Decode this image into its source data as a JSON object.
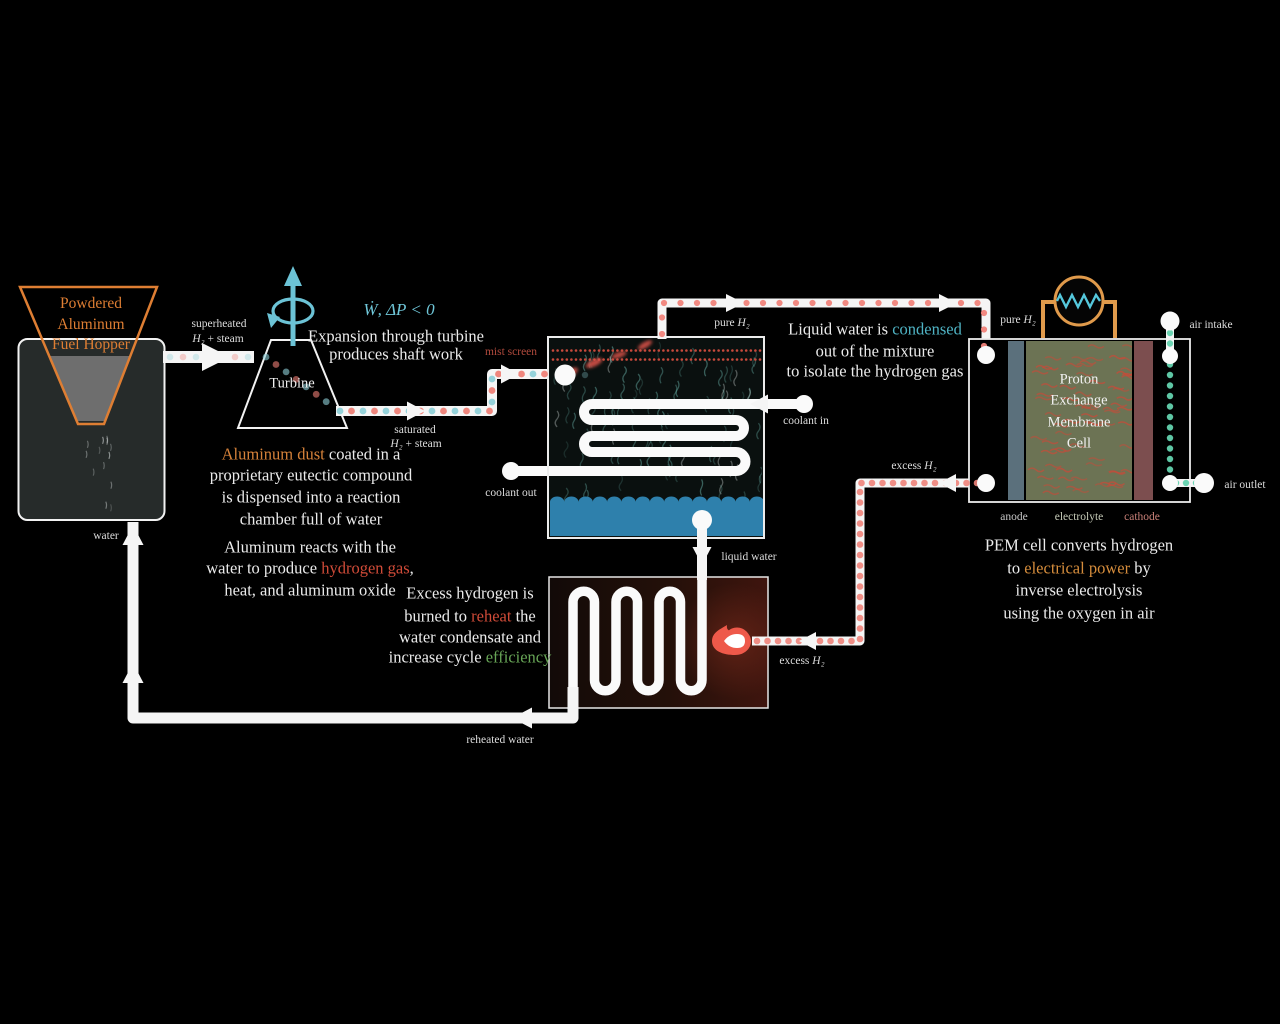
{
  "palette": {
    "background": "#000000",
    "hopper_orange": "#de7e33",
    "steam_cyan": "#8fd0d8",
    "steam_red": "#ee7f76",
    "hydrogen_red": "#f0837a",
    "air_teal": "#63d2ae",
    "water_blue": "#2e80ac",
    "flame_red": "#ee594a",
    "load_orange": "#e09a4b",
    "resistor_cyan": "#55c8dc",
    "mist_red": "#c84a3c",
    "cyan_text": "#6fc6d8",
    "teal_text": "#4fb3c4",
    "accent_orange": "#d6823a",
    "accent_red": "#d14b38",
    "accent_green": "#67a556"
  },
  "hopper": {
    "lines": [
      "Powdered",
      "Aluminum",
      "Fuel Hopper"
    ]
  },
  "labels": {
    "water": "water",
    "superheated": "superheated",
    "superheated_formula": [
      {
        "t": "H₂",
        "i": true
      },
      {
        "t": " + steam"
      }
    ],
    "turbine": "Turbine",
    "shaft_eq": "Ẇ, ΔP < 0",
    "saturated": "saturated",
    "saturated_formula": [
      {
        "t": "H₂",
        "i": true
      },
      {
        "t": " + steam"
      }
    ],
    "mist_screen": "mist screen",
    "pure_h2": [
      {
        "t": "pure "
      },
      {
        "t": "H₂",
        "i": true
      }
    ],
    "coolant_in": "coolant in",
    "coolant_out": "coolant out",
    "liquid_water": "liquid water",
    "excess_h2": [
      {
        "t": "excess "
      },
      {
        "t": "H₂",
        "i": true
      }
    ],
    "reheated_water": "reheated water",
    "air_intake": "air intake",
    "air_outlet": "air outlet",
    "anode": "anode",
    "electrolyte": "electrolyte",
    "cathode": "cathode"
  },
  "pem_cell_lines": [
    "Proton",
    "Exchange",
    "Membrane",
    "Cell"
  ],
  "paragraphs": {
    "expansion": [
      [
        {
          "t": "Expansion through turbine"
        }
      ],
      [
        {
          "t": "produces shaft work"
        }
      ]
    ],
    "condense": [
      [
        {
          "t": "Liquid water is "
        },
        {
          "t": "condensed",
          "c": "#4fb3c4"
        }
      ],
      [
        {
          "t": "out of the mixture"
        }
      ],
      [
        {
          "t": "to isolate the hydrogen gas"
        }
      ]
    ],
    "aluminum": [
      [
        {
          "t": "Aluminum dust",
          "c": "#d6823a"
        },
        {
          "t": " coated in a"
        }
      ],
      [
        {
          "t": "proprietary eutectic compound"
        }
      ],
      [
        {
          "t": "is dispensed into a reaction"
        }
      ],
      [
        {
          "t": "chamber full of water"
        }
      ]
    ],
    "reaction": [
      [
        {
          "t": "Aluminum reacts with the"
        }
      ],
      [
        {
          "t": "water to produce "
        },
        {
          "t": "hydrogen gas",
          "c": "#d14b38"
        },
        {
          "t": ","
        }
      ],
      [
        {
          "t": "heat, and aluminum oxide"
        }
      ]
    ],
    "burner": [
      [
        {
          "t": "Excess hydrogen is"
        }
      ],
      [
        {
          "t": "burned to "
        },
        {
          "t": "reheat",
          "c": "#d14b38"
        },
        {
          "t": " the"
        }
      ],
      [
        {
          "t": "water condensate and"
        }
      ],
      [
        {
          "t": "increase cycle "
        },
        {
          "t": "efficiency",
          "c": "#67a556"
        }
      ]
    ],
    "pem": [
      [
        {
          "t": "PEM cell converts hydrogen"
        }
      ],
      [
        {
          "t": "to "
        },
        {
          "t": "electrical power",
          "c": "#d68d3c"
        },
        {
          "t": " by"
        }
      ],
      [
        {
          "t": "inverse electrolysis"
        }
      ],
      [
        {
          "t": "using the oxygen in air"
        }
      ]
    ]
  }
}
